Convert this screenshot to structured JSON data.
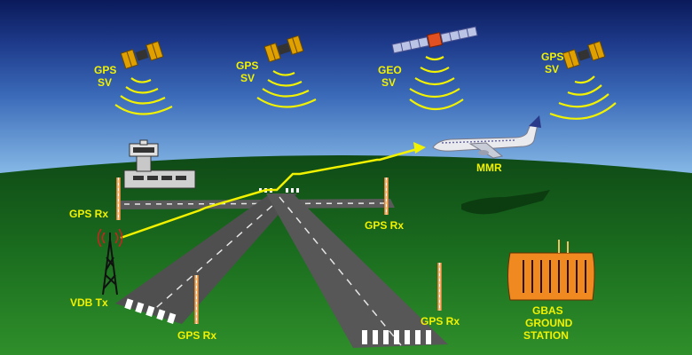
{
  "labels": {
    "sv1_l1": "GPS",
    "sv1_l2": "SV",
    "sv2_l1": "GPS",
    "sv2_l2": "SV",
    "geo_l1": "GEO",
    "geo_l2": "SV",
    "sv4_l1": "GPS",
    "sv4_l2": "SV",
    "mmr": "MMR",
    "rx_left": "GPS Rx",
    "rx_right": "GPS Rx",
    "rx_bottom": "GPS Rx",
    "rx_bottom_right": "GPS Rx",
    "vdb": "VDB Tx",
    "gbas_l1": "GBAS",
    "gbas_l2": "GROUND",
    "gbas_l3": "STATION"
  },
  "colors": {
    "label": "#f2f200",
    "signal_line": "#f2f200",
    "sky_top": "#0a1a5a",
    "sky_bottom": "#7aaee0",
    "ground": "#1e7a1e",
    "runway": "#555555",
    "building": "#f08a20"
  },
  "icons": [
    "satellite-icon",
    "geo-satellite-icon",
    "airplane-icon",
    "control-tower-icon",
    "antenna-mast-icon",
    "vdb-tower-icon",
    "gbas-station-icon"
  ]
}
